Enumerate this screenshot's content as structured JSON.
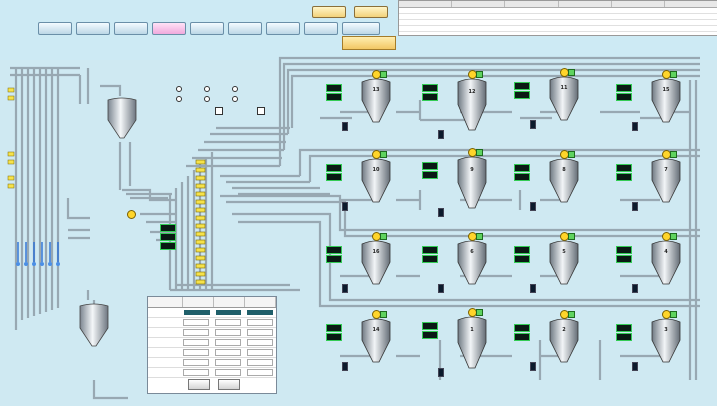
{
  "header": {
    "nav_buttons": [
      "",
      "",
      "",
      "",
      "",
      "",
      "",
      "",
      ""
    ],
    "time_info": [
      "",
      "",
      ""
    ],
    "sys_buttons": [
      "",
      ""
    ],
    "banner": ""
  },
  "table": {
    "headers": [
      "",
      "",
      "",
      "",
      "",
      ""
    ]
  },
  "radio_panel": {
    "title": "",
    "options": [
      "",
      "",
      "",
      "",
      "",
      ""
    ],
    "check_labels": [
      "",
      ""
    ]
  },
  "note_text": "",
  "left_side": {
    "top_label": "",
    "hopper1": "",
    "hopper1_sub": "",
    "hopper2": "",
    "hopper2_sub": "",
    "red_label": "",
    "dispense_label": "",
    "small_label": "",
    "pump_label": "",
    "flow_labels": [
      "",
      "",
      ""
    ],
    "flow_values": [
      "",
      "",
      ""
    ]
  },
  "center_label": "",
  "tanks": [
    {
      "id": "13",
      "label": "13",
      "temp": "",
      "unit": "",
      "pump": "",
      "pump_label": ""
    },
    {
      "id": "12",
      "label": "12",
      "temp": "",
      "unit": "",
      "pump": "",
      "pump_label": ""
    },
    {
      "id": "11",
      "label": "11",
      "temp": "",
      "unit": "",
      "pump": "",
      "pump_label": ""
    },
    {
      "id": "15",
      "label": "15",
      "temp": "",
      "unit": "",
      "pump": "",
      "pump_label": ""
    },
    {
      "id": "10",
      "label": "10",
      "temp": "",
      "unit": "",
      "pump": "",
      "pump_label": ""
    },
    {
      "id": "9",
      "label": "9",
      "temp": "",
      "unit": "",
      "pump": "",
      "pump_label": ""
    },
    {
      "id": "8",
      "label": "8",
      "temp": "",
      "unit": "",
      "pump": "",
      "pump_label": ""
    },
    {
      "id": "7",
      "label": "7",
      "temp": "",
      "unit": "",
      "pump": "",
      "pump_label": ""
    },
    {
      "id": "16",
      "label": "16",
      "temp": "",
      "unit": "",
      "pump": "",
      "pump_label": ""
    },
    {
      "id": "6",
      "label": "6",
      "temp": "",
      "unit": "",
      "pump": "",
      "pump_label": ""
    },
    {
      "id": "5",
      "label": "5",
      "temp": "",
      "unit": "",
      "pump": "",
      "pump_label": ""
    },
    {
      "id": "4",
      "label": "4",
      "temp": "",
      "unit": "",
      "pump": "",
      "pump_label": ""
    },
    {
      "id": "14",
      "label": "14",
      "temp": "",
      "unit": "",
      "pump": "",
      "pump_label": ""
    },
    {
      "id": "1",
      "label": "1",
      "temp": "",
      "unit": "",
      "pump": "",
      "pump_label": ""
    },
    {
      "id": "2",
      "label": "2",
      "temp": "",
      "unit": "",
      "pump": "",
      "pump_label": ""
    },
    {
      "id": "3",
      "label": "3",
      "temp": "",
      "unit": "",
      "pump": "",
      "pump_label": ""
    }
  ],
  "pump_tags": [
    "",
    "",
    "",
    "",
    "",
    "",
    "",
    "",
    "",
    "",
    "",
    "",
    "",
    "",
    "",
    ""
  ],
  "bottom_panel": {
    "headers": [
      "",
      "",
      "",
      ""
    ],
    "rows": [
      "",
      "",
      "",
      "",
      "",
      "",
      ""
    ],
    "buttons": [
      "",
      ""
    ]
  },
  "branch_labels": [
    "",
    "",
    "",
    "",
    "",
    "",
    "",
    "",
    "",
    "",
    "",
    "",
    "",
    "",
    "",
    ""
  ],
  "icons": {
    "pump": "pump-icon",
    "valve": "valve-icon",
    "tank": "tank-icon",
    "hopper": "hopper-icon"
  },
  "colors": {
    "background": "#cfe9f2",
    "pipe": "#a8b7c0",
    "temp_bg": "#0b1a2c",
    "pump": "#ffd52a",
    "valve": "#5fd35f",
    "warning": "#d01818"
  }
}
